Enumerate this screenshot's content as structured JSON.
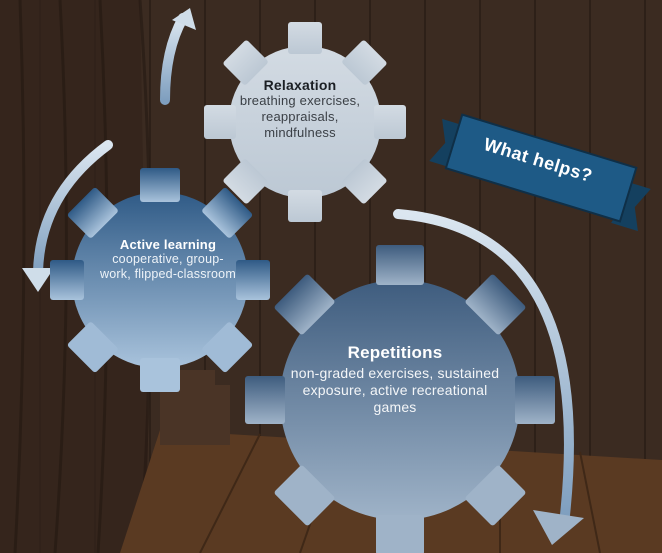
{
  "banner": {
    "text": "What helps?"
  },
  "gears": {
    "relaxation": {
      "title": "Relaxation",
      "body": "breathing exercises, reappraisals, mindfulness"
    },
    "active_learning": {
      "title": "Active learning",
      "body": "cooperative, group-work, flipped-classroom"
    },
    "repetitions": {
      "title": "Repetitions",
      "body": "non-graded exercises, sustained exposure, active recreational games"
    }
  },
  "colors": {
    "background": "#3a2a20",
    "banner": "#1e5a86",
    "gear_relaxation": "#c9d3de",
    "gear_active_top": "#2f5a86",
    "gear_active_bottom": "#a9c3dc",
    "gear_repetitions_top": "#3e5c7e",
    "gear_repetitions_bottom": "#9fb3c8",
    "arrows": "#b9cde0"
  }
}
